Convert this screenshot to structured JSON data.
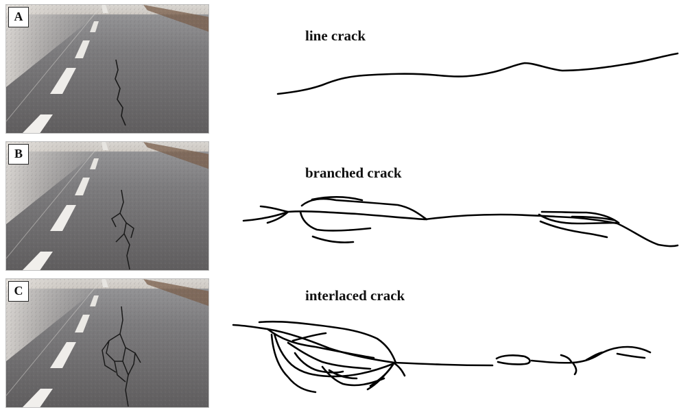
{
  "panels": [
    {
      "label": "A",
      "title": "line crack"
    },
    {
      "label": "B",
      "title": "branched crack"
    },
    {
      "label": "C",
      "title": "interlaced crack"
    }
  ]
}
